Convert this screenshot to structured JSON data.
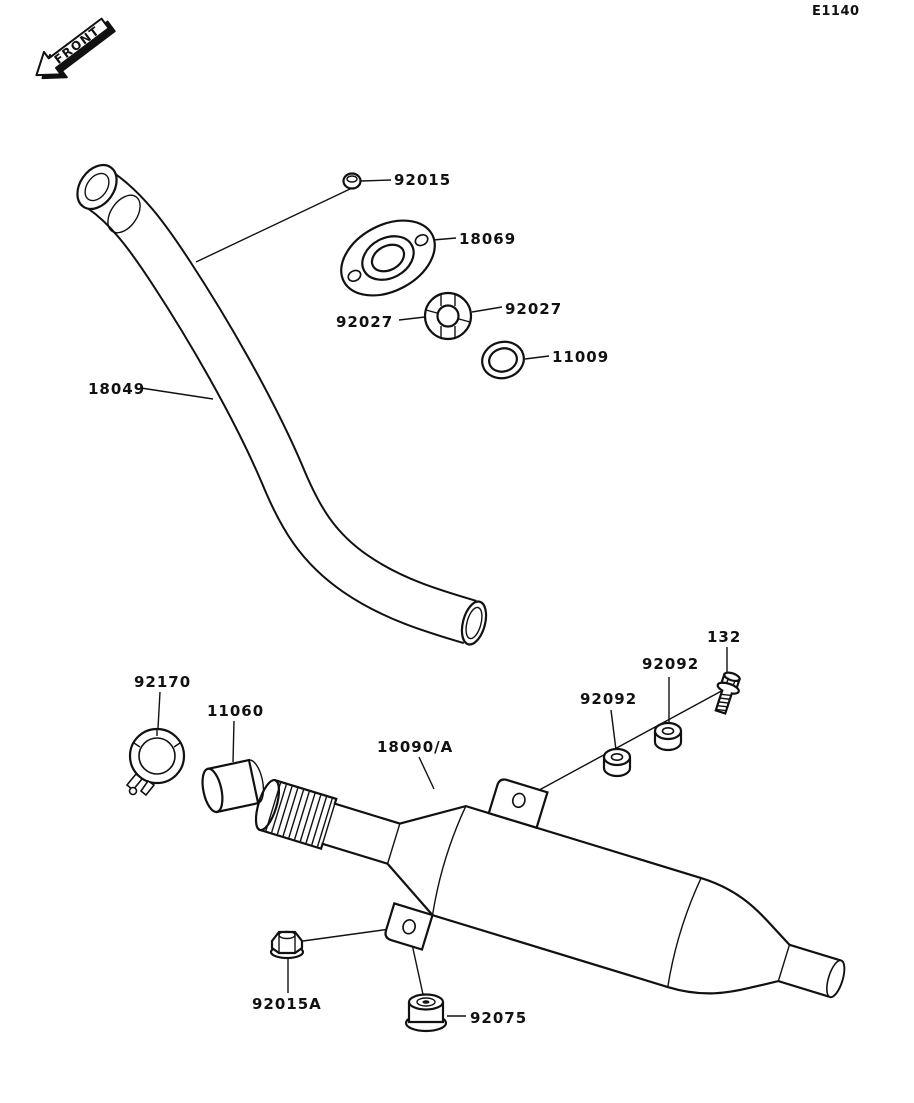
{
  "page": {
    "diagram_code": "E1140"
  },
  "front_arrow": {
    "label": "FRONT"
  },
  "part_labels": [
    {
      "part": "92015",
      "text": "92015"
    },
    {
      "part": "18069",
      "text": "18069"
    },
    {
      "part": "92027",
      "text": "92027"
    },
    {
      "part": "92027",
      "text": "92027"
    },
    {
      "part": "11009",
      "text": "11009"
    },
    {
      "part": "18049",
      "text": "18049"
    },
    {
      "part": "132",
      "text": "132"
    },
    {
      "part": "92092",
      "text": "92092"
    },
    {
      "part": "92092",
      "text": "92092"
    },
    {
      "part": "92170",
      "text": "92170"
    },
    {
      "part": "11060",
      "text": "11060"
    },
    {
      "part": "18090/A",
      "text": "18090/A"
    },
    {
      "part": "92015A",
      "text": "92015A"
    },
    {
      "part": "92075",
      "text": "92075"
    }
  ]
}
